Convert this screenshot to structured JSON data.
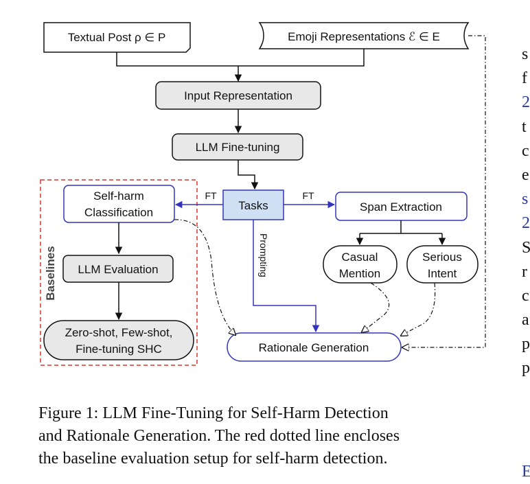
{
  "diagram": {
    "textual_post": "Textual Post ρ ∈ P",
    "emoji_representations": "Emoji Representations ℰ ∈ E",
    "input_representation": "Input Representation",
    "llm_finetuning": "LLM Fine-tuning",
    "tasks": "Tasks",
    "ft_left": "FT",
    "ft_right": "FT",
    "self_harm_line1": "Self-harm",
    "self_harm_line2": "Classification",
    "span_extraction": "Span Extraction",
    "casual_line1": "Casual",
    "casual_line2": "Mention",
    "serious_line1": "Serious",
    "serious_line2": "Intent",
    "prompting": "Prompting",
    "baselines": "Baselines",
    "llm_evaluation": "LLM Evaluation",
    "zero_shot_line1": "Zero-shot, Few-shot,",
    "zero_shot_line2": "Fine-tuning SHC",
    "rationale_generation": "Rationale Generation"
  },
  "caption": {
    "line1": "Figure 1: LLM Fine-Tuning for Self-Harm Detection",
    "line2": "and Rationale Generation. The red dotted line encloses",
    "line3": "the baseline evaluation setup for self-harm detection."
  },
  "right_column": {
    "chars": [
      "s",
      "f",
      "2",
      "t",
      "c",
      "e",
      "s",
      "2",
      "S",
      "r",
      "c",
      "a",
      "p",
      "p"
    ],
    "bottom_char": "E"
  },
  "colors": {
    "blue_stroke": "#3333bb",
    "tasks_fill": "#cfe0f5",
    "gray_fill": "#e8e8e8",
    "red_dashed": "#e0332f",
    "link_blue": "#2a3a9e"
  }
}
